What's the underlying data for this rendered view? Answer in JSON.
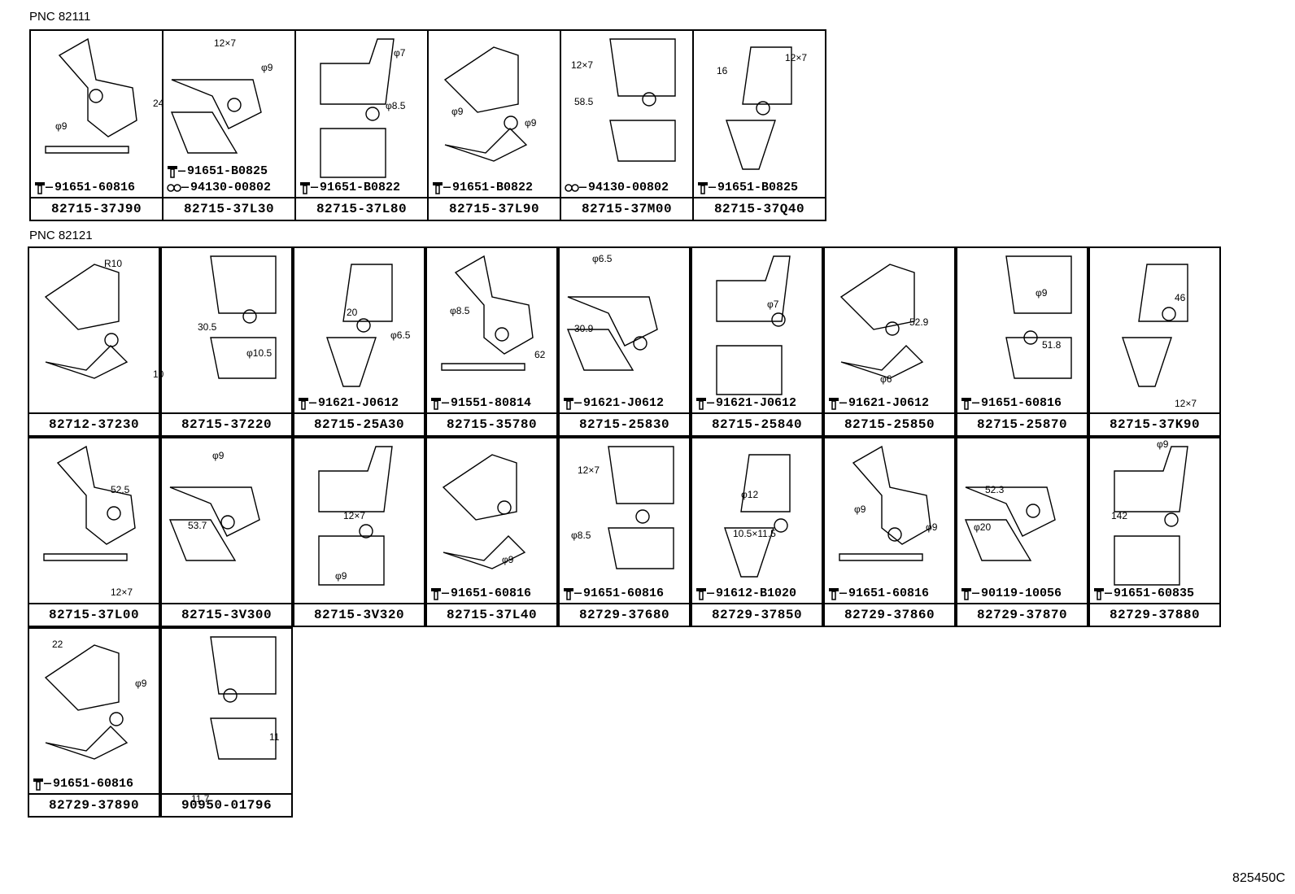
{
  "sections": [
    {
      "label": "PNC 82111",
      "cells": [
        {
          "part": "82715-37J90",
          "fasteners": [
            {
              "type": "bolt",
              "part": "91651-60816"
            }
          ],
          "dims": [
            "24",
            "φ9"
          ]
        },
        {
          "part": "82715-37L30",
          "fasteners": [
            {
              "type": "bolt",
              "part": "91651-B0825"
            },
            {
              "type": "clip",
              "part": "94130-00802"
            }
          ],
          "dims": [
            "12×7",
            "φ9"
          ]
        },
        {
          "part": "82715-37L80",
          "fasteners": [
            {
              "type": "bolt",
              "part": "91651-B0822"
            }
          ],
          "dims": [
            "φ7",
            "φ8.5"
          ]
        },
        {
          "part": "82715-37L90",
          "fasteners": [
            {
              "type": "bolt",
              "part": "91651-B0822"
            }
          ],
          "dims": [
            "φ9",
            "φ9"
          ]
        },
        {
          "part": "82715-37M00",
          "fasteners": [
            {
              "type": "clip",
              "part": "94130-00802"
            }
          ],
          "dims": [
            "12×7",
            "58.5"
          ]
        },
        {
          "part": "82715-37Q40",
          "fasteners": [
            {
              "type": "bolt",
              "part": "91651-B0825"
            }
          ],
          "dims": [
            "16",
            "12×7"
          ]
        }
      ]
    },
    {
      "label": "PNC 82121",
      "cells": [
        {
          "part": "82712-37230",
          "fasteners": [],
          "dims": [
            "R10",
            "10"
          ]
        },
        {
          "part": "82715-37220",
          "fasteners": [],
          "dims": [
            "30.5",
            "φ10.5"
          ]
        },
        {
          "part": "82715-25A30",
          "fasteners": [
            {
              "type": "bolt",
              "part": "91621-J0612"
            }
          ],
          "dims": [
            "20",
            "φ6.5"
          ]
        },
        {
          "part": "82715-35780",
          "fasteners": [
            {
              "type": "bolt",
              "part": "91551-80814"
            }
          ],
          "dims": [
            "φ8.5",
            "62"
          ]
        },
        {
          "part": "82715-25830",
          "fasteners": [
            {
              "type": "bolt",
              "part": "91621-J0612"
            }
          ],
          "dims": [
            "φ6.5",
            "30.9"
          ]
        },
        {
          "part": "82715-25840",
          "fasteners": [
            {
              "type": "bolt",
              "part": "91621-J0612"
            }
          ],
          "dims": [
            "φ7"
          ]
        },
        {
          "part": "82715-25850",
          "fasteners": [
            {
              "type": "bolt",
              "part": "91621-J0612"
            }
          ],
          "dims": [
            "52.9",
            "φ6"
          ]
        },
        {
          "part": "82715-25870",
          "fasteners": [
            {
              "type": "bolt",
              "part": "91651-60816"
            }
          ],
          "dims": [
            "φ9",
            "51.8"
          ]
        },
        {
          "part": "82715-37K90",
          "fasteners": [],
          "dims": [
            "46",
            "12×7"
          ]
        },
        {
          "part": "82715-37L00",
          "fasteners": [],
          "dims": [
            "52.5",
            "12×7"
          ]
        },
        {
          "part": "82715-3V300",
          "fasteners": [],
          "dims": [
            "φ9",
            "53.7"
          ]
        },
        {
          "part": "82715-3V320",
          "fasteners": [],
          "dims": [
            "φ9",
            "12×7"
          ]
        },
        {
          "part": "82715-37L40",
          "fasteners": [
            {
              "type": "bolt",
              "part": "91651-60816"
            }
          ],
          "dims": [
            "φ9"
          ]
        },
        {
          "part": "82729-37680",
          "fasteners": [
            {
              "type": "bolt",
              "part": "91651-60816"
            }
          ],
          "dims": [
            "12×7",
            "φ8.5"
          ]
        },
        {
          "part": "82729-37850",
          "fasteners": [
            {
              "type": "bolt",
              "part": "91612-B1020"
            }
          ],
          "dims": [
            "φ12",
            "10.5×11.5"
          ]
        },
        {
          "part": "82729-37860",
          "fasteners": [
            {
              "type": "bolt",
              "part": "91651-60816"
            }
          ],
          "dims": [
            "φ9",
            "φ9"
          ]
        },
        {
          "part": "82729-37870",
          "fasteners": [
            {
              "type": "bolt",
              "part": "90119-10056"
            }
          ],
          "dims": [
            "52.3",
            "φ20"
          ]
        },
        {
          "part": "82729-37880",
          "fasteners": [
            {
              "type": "bolt",
              "part": "91651-60835"
            }
          ],
          "dims": [
            "φ9",
            "142"
          ]
        },
        {
          "part": "82729-37890",
          "fasteners": [
            {
              "type": "bolt",
              "part": "91651-60816"
            }
          ],
          "dims": [
            "22",
            "φ9"
          ]
        },
        {
          "part": "90950-01796",
          "fasteners": [],
          "dims": [
            "11",
            "11.7"
          ]
        }
      ]
    }
  ],
  "illustration_code": "825450C"
}
